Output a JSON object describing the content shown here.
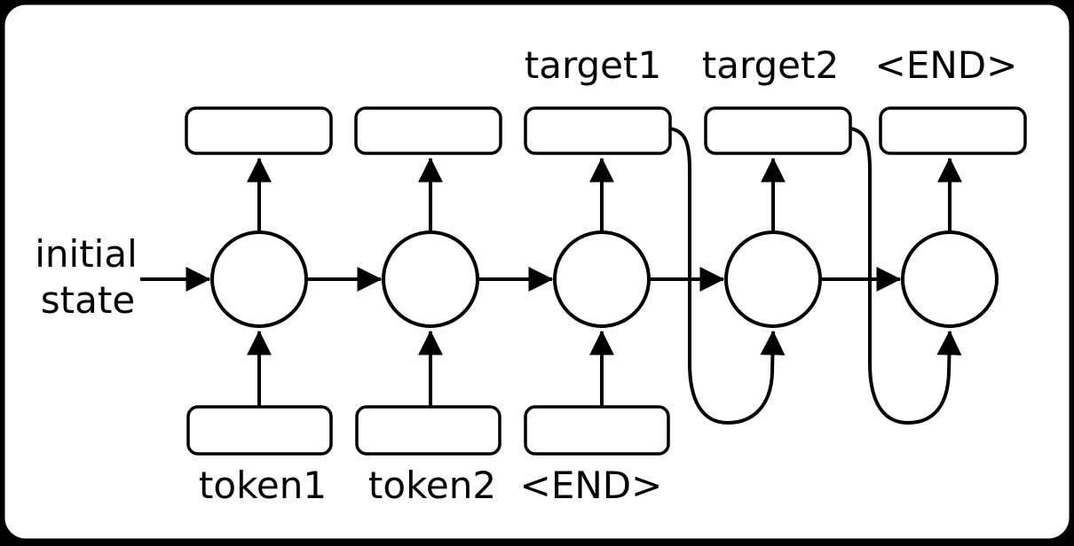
{
  "diagram": {
    "initial_state": {
      "line1": "initial",
      "line2": "state"
    },
    "top_labels": [
      {
        "text": "target1"
      },
      {
        "text": "target2"
      },
      {
        "text": "<END>"
      }
    ],
    "bottom_labels": [
      {
        "text": "token1"
      },
      {
        "text": "token2"
      },
      {
        "text": "<END>"
      }
    ],
    "colors": {
      "stroke": "#000000",
      "shape_fill": "#ffffff",
      "page_background": "#000000"
    }
  }
}
